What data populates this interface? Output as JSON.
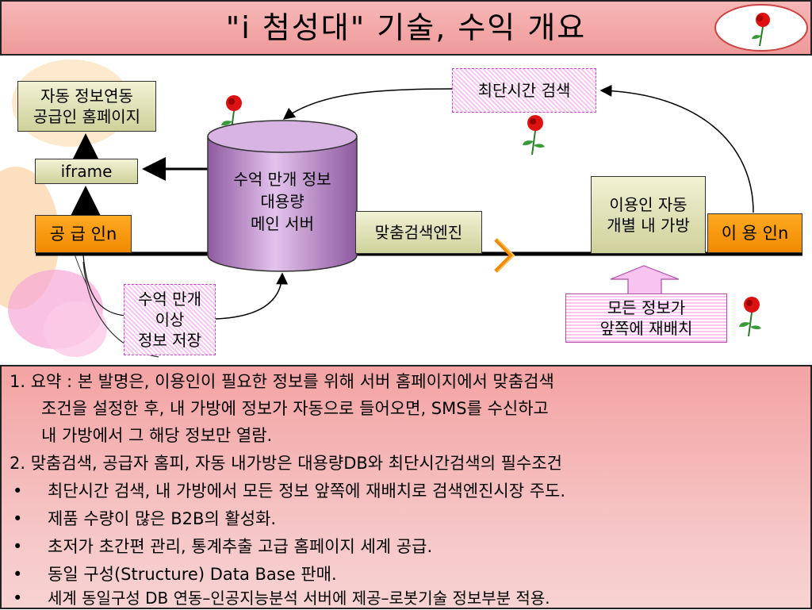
{
  "title": "\"i 첨성대\"  기술, 수익 개요",
  "diagram": {
    "auto_homepage": [
      "자동 정보연동",
      "공급인 홈페이지"
    ],
    "iframe": "iframe",
    "supplier": "공 급 인n",
    "server": [
      "수억 만개 정보",
      "대용량",
      "메인 서버"
    ],
    "search_engine": "맞춤검색엔진",
    "shortest_search": "최단시간 검색",
    "user_bag": [
      "이용인 자동",
      "개별 내 가방"
    ],
    "user": "이 용 인n",
    "storage": [
      "수억 만개",
      "이상",
      "정보 저장"
    ],
    "reorder": [
      "모든 정보가",
      "앞쪽에 재배치"
    ]
  },
  "summary": {
    "item1": [
      "1. 요약 : 본 발명은, 이용인이 필요한 정보를 위해 서버 홈페이지에서 맞춤검색",
      "조건을 설정한 후, 내 가방에 정보가 자동으로 들어오면, SMS를 수신하고",
      "내 가방에서 그 해당 정보만 열람."
    ],
    "item2": "2. 맞춤검색, 공급자 홈피, 자동 내가방은 대용량DB와 최단시간검색의 필수조건",
    "bullets": [
      "최단시간 검색, 내 가방에서 모든 정보 앞쪽에 재배치로 검색엔진시장 주도.",
      "제품 수량이 많은 B2B의 활성화.",
      "초저가 초간편 관리, 통계추출 고급 홈페이지 세계 공급.",
      "동일 구성(Structure) Data Base 판매.",
      "세계 동일구성 DB 연동–인공지능분석 서버에 제공–로봇기술 정보부분 적용."
    ],
    "bullet_symbol": "•"
  },
  "icons": [
    "rose-icon",
    "balloon-decoration"
  ],
  "colors": {
    "title_bg": "#ef9a9a",
    "summary_bg": "#f3a3a3",
    "server": "#c89ad4",
    "orange": "#f08a00",
    "green_box": "#cfd19b"
  }
}
